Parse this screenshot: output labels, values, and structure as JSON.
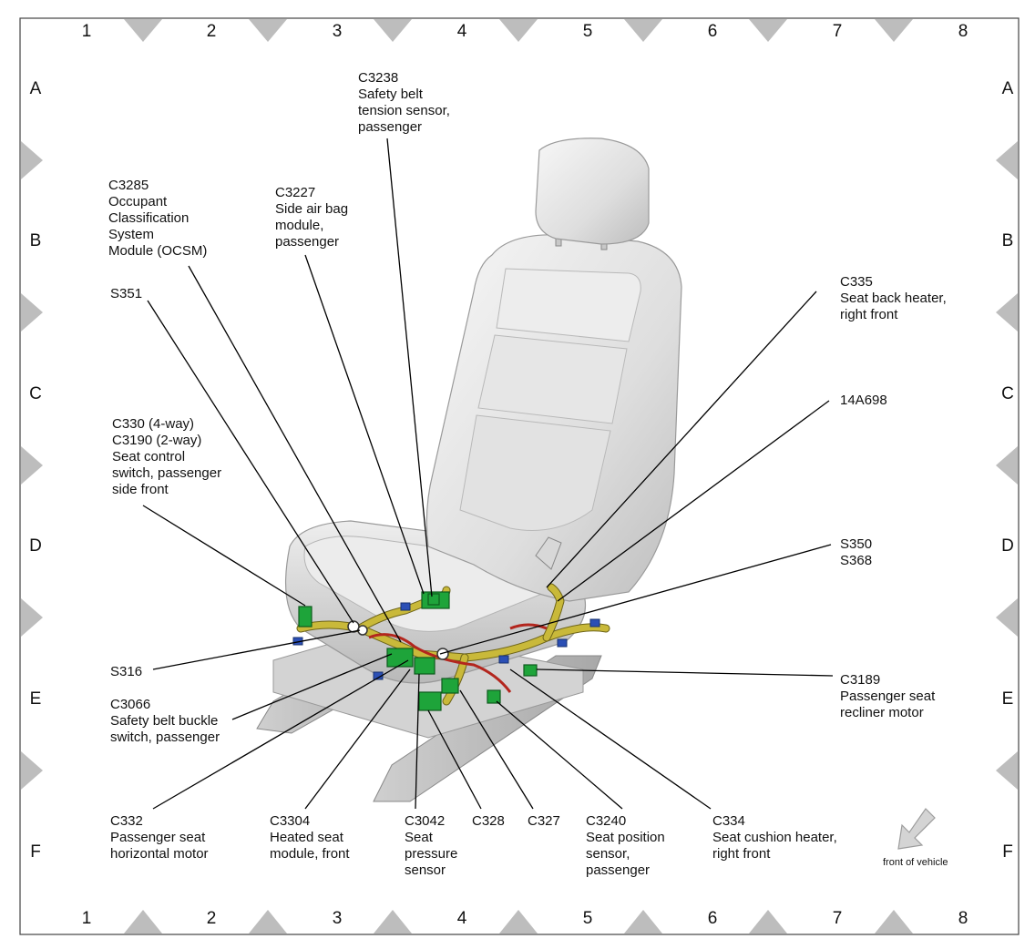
{
  "grid": {
    "columns": [
      "1",
      "2",
      "3",
      "4",
      "5",
      "6",
      "7",
      "8"
    ],
    "rows": [
      "A",
      "B",
      "C",
      "D",
      "E",
      "F"
    ]
  },
  "labels": {
    "c3238": [
      "C3238",
      "Safety belt",
      "tension sensor,",
      "passenger"
    ],
    "c3285": [
      "C3285",
      "Occupant",
      "Classification",
      "System",
      "Module (OCSM)"
    ],
    "c3227": [
      "C3227",
      "Side air bag",
      "module,",
      "passenger"
    ],
    "s351": [
      "S351"
    ],
    "c335": [
      "C335",
      "Seat back heater,",
      "right front"
    ],
    "a14a698": [
      "14A698"
    ],
    "c330": [
      "C330   (4-way)",
      "C3190  (2-way)",
      "Seat control",
      "switch, passenger",
      "side front"
    ],
    "s350": [
      "S350",
      "S368"
    ],
    "s316": [
      "S316"
    ],
    "c3066": [
      "C3066",
      "Safety belt buckle",
      "switch, passenger"
    ],
    "c3189": [
      "C3189",
      "Passenger seat",
      "recliner motor"
    ],
    "c332": [
      "C332",
      "Passenger seat",
      "horizontal motor"
    ],
    "c3304": [
      "C3304",
      "Heated seat",
      "module, front"
    ],
    "c3042": [
      "C3042",
      "Seat",
      "pressure",
      "sensor"
    ],
    "c328": [
      "C328"
    ],
    "c327": [
      "C327"
    ],
    "c3240": [
      "C3240",
      "Seat position",
      "sensor,",
      "passenger"
    ],
    "c334": [
      "C334",
      "Seat cushion heater,",
      "right front"
    ]
  },
  "front_indicator": "front of vehicle",
  "colors": {
    "seat": "#e4e4e4",
    "harness": "#c9b93a",
    "connector": "#1ea43a",
    "clip": "#2b4fb5",
    "wire_red": "#b3261e",
    "grid_marker": "#bdbdbd"
  }
}
